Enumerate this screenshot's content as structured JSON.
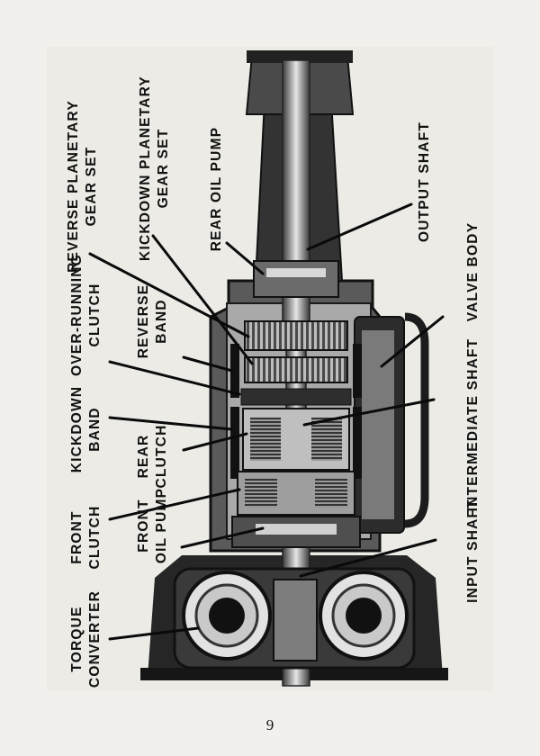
{
  "labels": {
    "reverse_planetary_gear_set_1": "REVERSE PLANETARY",
    "reverse_planetary_gear_set_2": "GEAR SET",
    "kickdown_planetary_gear_set_1": "KICKDOWN PLANETARY",
    "kickdown_planetary_gear_set_2": "GEAR SET",
    "rear_oil_pump": "REAR OIL PUMP",
    "output_shaft": "OUTPUT SHAFT",
    "over_running_clutch_1": "OVER-RUNNING",
    "over_running_clutch_2": "CLUTCH",
    "reverse_band_1": "REVERSE",
    "reverse_band_2": "BAND",
    "valve_body": "VALVE BODY",
    "kickdown_band_1": "KICKDOWN",
    "kickdown_band_2": "BAND",
    "rear_clutch_1": "REAR",
    "rear_clutch_2": "CLUTCH",
    "intermediate_shaft": "INTERMEDIATE SHAFT",
    "front_clutch_1": "FRONT",
    "front_clutch_2": "CLUTCH",
    "front_oil_pump_1": "FRONT",
    "front_oil_pump_2": "OIL PUMP",
    "input_shaft": "INPUT SHAFT",
    "torque_converter_1": "TORQUE",
    "torque_converter_2": "CONVERTER"
  },
  "page_number": "9"
}
